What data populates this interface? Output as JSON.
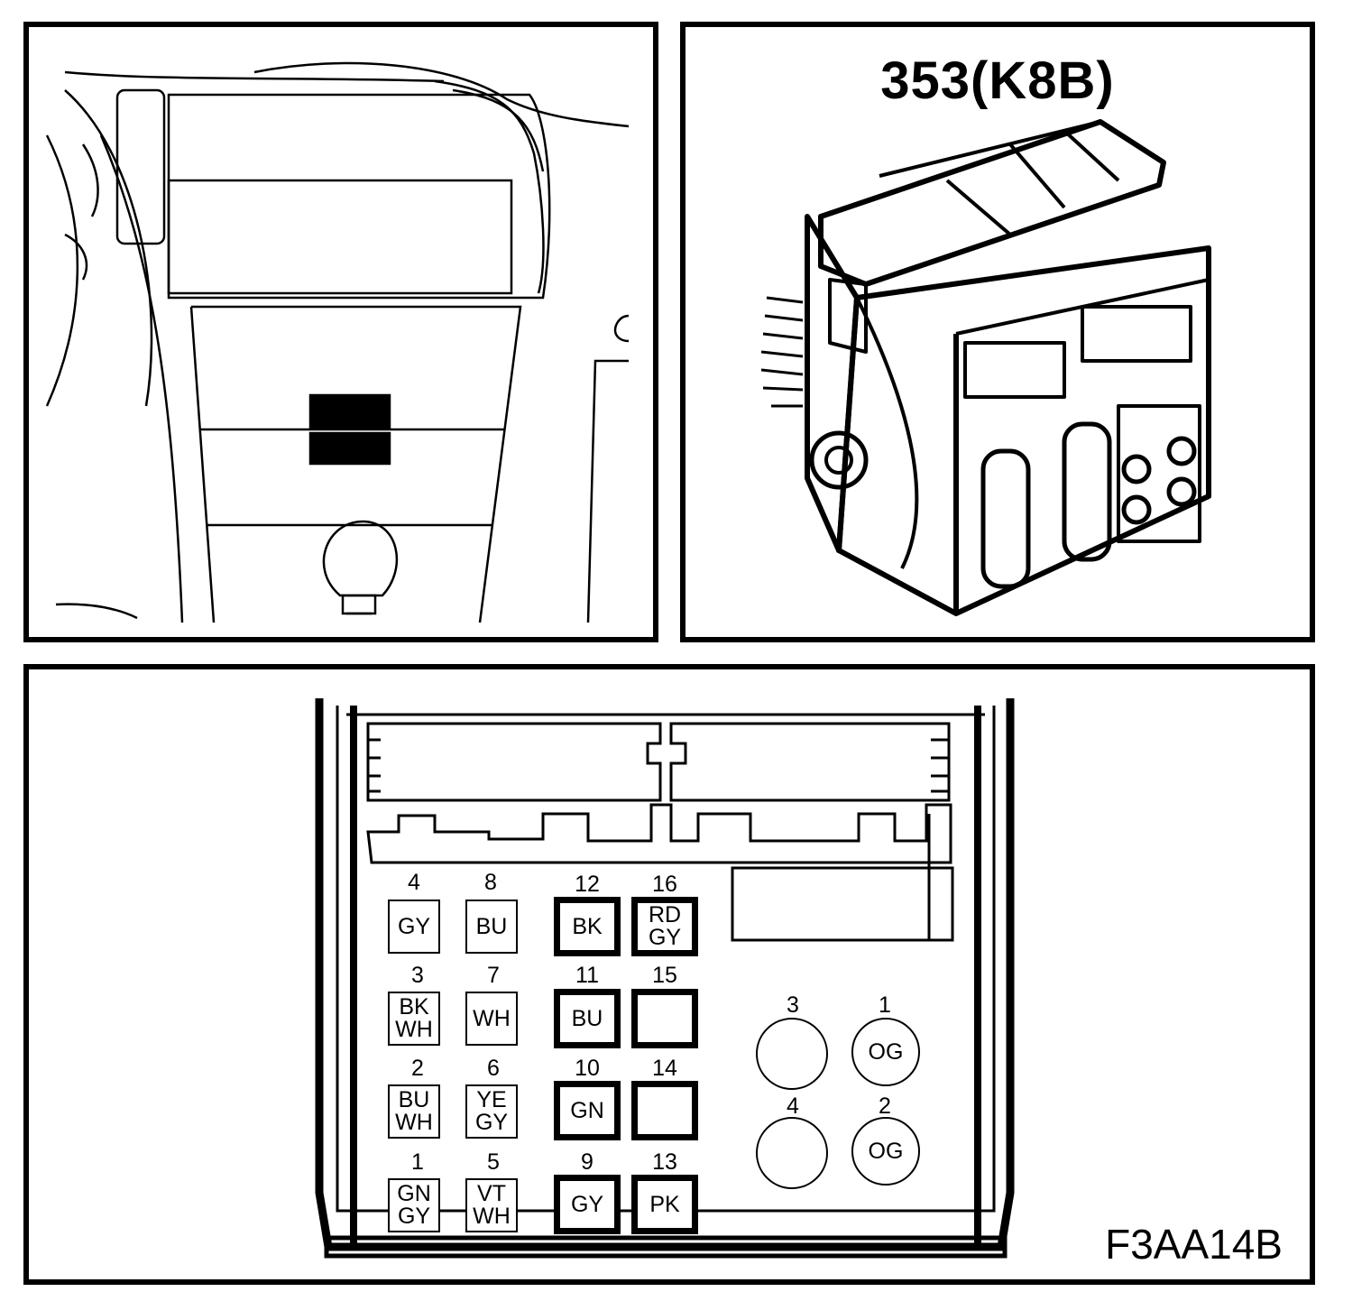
{
  "figure_code": "F3AA14B",
  "connector": {
    "title": "353(K8B)"
  },
  "pinout": {
    "square_pins": [
      {
        "num": "4",
        "c1": "GY",
        "c2": ""
      },
      {
        "num": "8",
        "c1": "BU",
        "c2": ""
      },
      {
        "num": "12",
        "c1": "BK",
        "c2": ""
      },
      {
        "num": "16",
        "c1": "RD",
        "c2": "GY"
      },
      {
        "num": "3",
        "c1": "BK",
        "c2": "WH"
      },
      {
        "num": "7",
        "c1": "WH",
        "c2": ""
      },
      {
        "num": "11",
        "c1": "BU",
        "c2": ""
      },
      {
        "num": "15",
        "c1": "",
        "c2": ""
      },
      {
        "num": "2",
        "c1": "BU",
        "c2": "WH"
      },
      {
        "num": "6",
        "c1": "YE",
        "c2": "GY"
      },
      {
        "num": "10",
        "c1": "GN",
        "c2": ""
      },
      {
        "num": "14",
        "c1": "",
        "c2": ""
      },
      {
        "num": "1",
        "c1": "GN",
        "c2": "GY"
      },
      {
        "num": "5",
        "c1": "VT",
        "c2": "WH"
      },
      {
        "num": "9",
        "c1": "GY",
        "c2": ""
      },
      {
        "num": "13",
        "c1": "PK",
        "c2": ""
      }
    ],
    "round_pins": [
      {
        "num": "3",
        "label": ""
      },
      {
        "num": "1",
        "label": "OG"
      },
      {
        "num": "4",
        "label": ""
      },
      {
        "num": "2",
        "label": "OG"
      }
    ]
  }
}
